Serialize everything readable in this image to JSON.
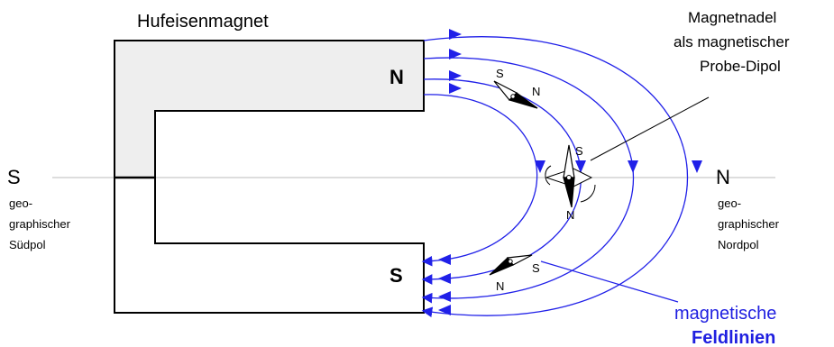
{
  "magnet": {
    "title": "Hufeisenmagnet",
    "pole_north": "N",
    "pole_south": "S"
  },
  "probe": {
    "line1": "Magnetnadel",
    "line2": "als magnetischer",
    "line3": "Probe-Dipol"
  },
  "geo_left": {
    "letter": "S",
    "line1": "geo-",
    "line2": "graphischer",
    "line3": "Südpol"
  },
  "geo_right": {
    "letter": "N",
    "line1": "geo-",
    "line2": "graphischer",
    "line3": "Nordpol"
  },
  "field": {
    "line1": "magnetische",
    "line2": "Feldlinien"
  },
  "needles": {
    "top_s": "S",
    "top_n": "N",
    "mid_s": "S",
    "mid_n": "N",
    "bot_s": "S",
    "bot_n": "N"
  },
  "colors": {
    "field_lines": "#2020e8",
    "magnet_fill": "#eeeeee",
    "axis": "#bbbbbb"
  }
}
